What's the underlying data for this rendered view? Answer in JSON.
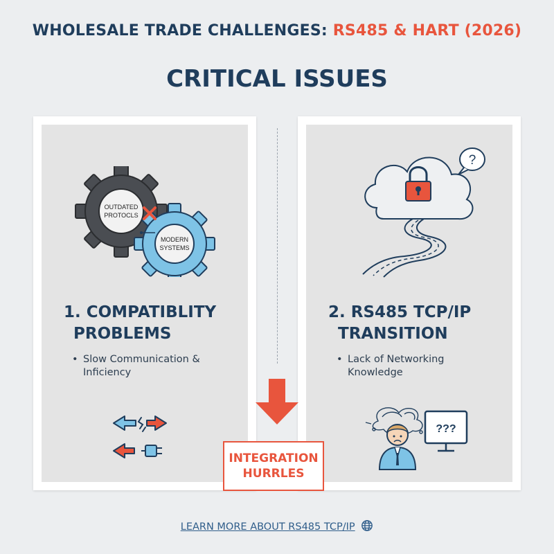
{
  "header": {
    "title_part1": "WHOLESALE TRADE CHALLENGES: ",
    "title_part2": "RS485 & HART (2026)"
  },
  "subtitle": "CRITICAL ISSUES",
  "panels": [
    {
      "title_line1": "1. COMPATIBLITY",
      "title_line2": "PROBLEMS",
      "bullet": "Slow Communication & Inficiency",
      "gear_left_label_1": "OUTDATED",
      "gear_left_label_2": "PROTOCLS",
      "gear_right_label_1": "MODERN",
      "gear_right_label_2": "SYSTEMS",
      "icons": [
        "gears-icon",
        "x-mark-icon",
        "arrows-swap-icon",
        "broken-connection-icon",
        "plug-icon"
      ]
    },
    {
      "title_line1": "2. RS485 TCP/IP",
      "title_line2": "TRANSITION",
      "bullet": "Lack of Networking Knowledge",
      "question_mark": "?",
      "monitor_text": "???",
      "icons": [
        "cloud-icon",
        "padlock-icon",
        "winding-road-icon",
        "confused-person-icon",
        "monitor-icon"
      ]
    }
  ],
  "callout": {
    "line1": "INTEGRATION",
    "line2": "HURRLES"
  },
  "footer": {
    "link_text": "LEARN MORE ABOUT RS485 TCP/IP"
  },
  "colors": {
    "navy": "#1f3d5c",
    "accent": "#e8553d",
    "gear_dark": "#4a4d52",
    "gear_blue": "#7ec3e6",
    "panel_bg": "#e4e4e4",
    "page_bg": "#eceef0"
  }
}
